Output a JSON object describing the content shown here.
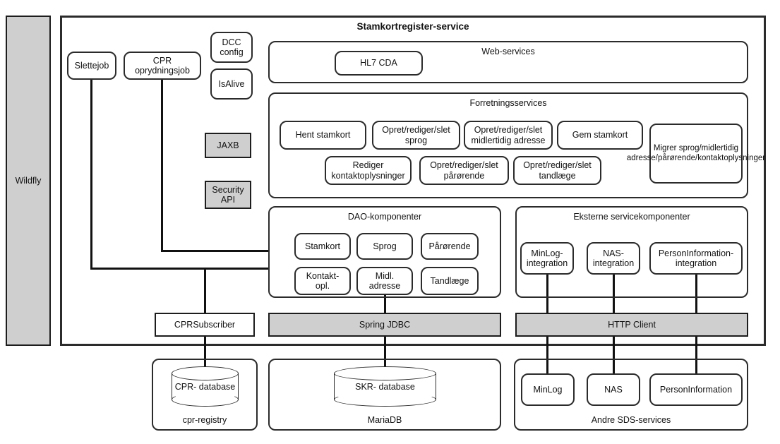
{
  "diagram": {
    "title": "Stamkortregister-service",
    "platform_label": "Wildfly"
  },
  "jobs": [
    {
      "name": "slettejob",
      "label": "Slettejob"
    },
    {
      "name": "cpr-oprydningsjob",
      "label": "CPR oprydningsjob"
    }
  ],
  "utilities": [
    {
      "name": "dcc-config",
      "label": "DCC config"
    },
    {
      "name": "isalive",
      "label": "IsAlive"
    }
  ],
  "infra_left": [
    {
      "name": "jaxb",
      "label": "JAXB"
    },
    {
      "name": "security-api",
      "label": "Security API"
    }
  ],
  "web_services": {
    "label": "Web-services",
    "items": [
      {
        "name": "hl7-cda",
        "label": "HL7 CDA"
      }
    ]
  },
  "forretningsservices": {
    "label": "Forretningsservices",
    "row1": [
      {
        "name": "hent-stamkort",
        "label": "Hent stamkort"
      },
      {
        "name": "opret-rediger-slet-sprog",
        "label": "Opret/rediger/slet sprog"
      },
      {
        "name": "opret-rediger-slet-midlertidig-adresse",
        "label": "Opret/rediger/slet midlertidig adresse"
      },
      {
        "name": "gem-stamkort",
        "label": "Gem stamkort"
      }
    ],
    "row2": [
      {
        "name": "rediger-kontaktoplysninger",
        "label": "Rediger kontaktoplysninger"
      },
      {
        "name": "opret-rediger-slet-paaroerende",
        "label": "Opret/rediger/slet pårørende"
      },
      {
        "name": "opret-rediger-slet-tandlaege",
        "label": "Opret/rediger/slet tandlæge"
      }
    ],
    "tall": {
      "name": "migrer",
      "label": "Migrer sprog/midlertidig adresse/pårørende/kontaktoplysninger"
    }
  },
  "dao": {
    "label": "DAO-komponenter",
    "row1": [
      {
        "name": "dao-stamkort",
        "label": "Stamkort"
      },
      {
        "name": "dao-sprog",
        "label": "Sprog"
      },
      {
        "name": "dao-paaroerende",
        "label": "Pårørende"
      }
    ],
    "row2": [
      {
        "name": "dao-kontakt-opl",
        "label": "Kontakt- opl."
      },
      {
        "name": "dao-midl-adresse",
        "label": "Midl. adresse"
      },
      {
        "name": "dao-tandlaege",
        "label": "Tandlæge"
      }
    ]
  },
  "eksterne": {
    "label": "Eksterne servicekomponenter",
    "items": [
      {
        "name": "minlog-integration",
        "label": "MinLog- integration"
      },
      {
        "name": "nas-integration",
        "label": "NAS- integration"
      },
      {
        "name": "personinformation-integration",
        "label": "PersonInformation- integration"
      }
    ]
  },
  "middleware": [
    {
      "name": "cprsubscriber",
      "label": "CPRSubscriber"
    },
    {
      "name": "spring-jdbc",
      "label": "Spring JDBC"
    },
    {
      "name": "http-client",
      "label": "HTTP Client"
    }
  ],
  "datastores": {
    "cpr": {
      "container_label": "cpr-registry",
      "db_label": "CPR- database"
    },
    "skr": {
      "container_label": "MariaDB",
      "db_label": "SKR- database"
    },
    "sds": {
      "container_label": "Andre SDS-services",
      "items": [
        {
          "name": "minlog",
          "label": "MinLog"
        },
        {
          "name": "nas",
          "label": "NAS"
        },
        {
          "name": "personinformation",
          "label": "PersonInformation"
        }
      ]
    }
  },
  "colors": {
    "stroke": "#2b2b2b",
    "infra_fill": "#cfcfcf",
    "background": "#ffffff"
  }
}
